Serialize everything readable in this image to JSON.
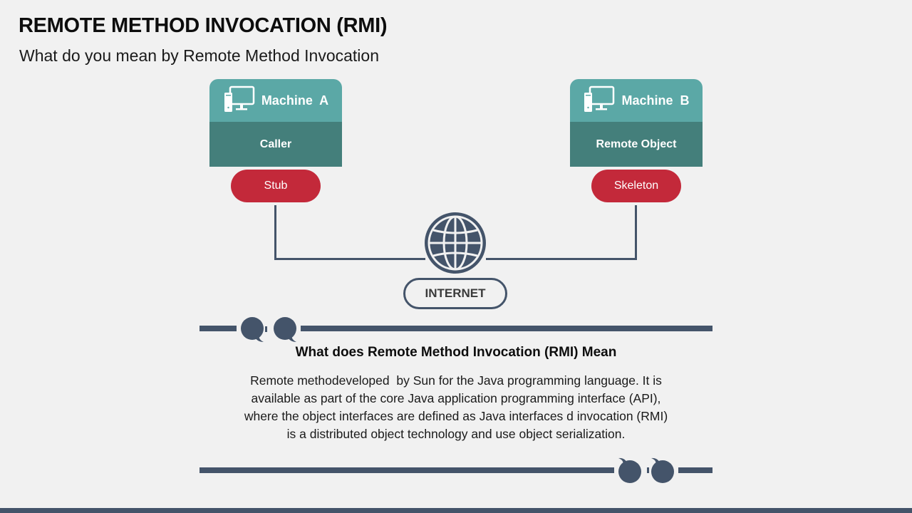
{
  "slide": {
    "title": "REMOTE METHOD INVOCATION (RMI)",
    "subtitle": "What do you mean by Remote Method Invocation"
  },
  "diagram": {
    "machine_a": {
      "icon": "computer-icon",
      "label": "Machine  A",
      "role": "Caller",
      "component": "Stub"
    },
    "machine_b": {
      "icon": "computer-icon",
      "label": "Machine  B",
      "role": "Remote Object",
      "component": "Skeleton"
    },
    "network": {
      "icon": "globe-icon",
      "label": "INTERNET"
    }
  },
  "quote": {
    "heading": "What does Remote Method Invocation (RMI) Mean",
    "lines": [
      "Remote methodeveloped  by Sun for the Java programming language. It is",
      "available as part of the core Java application programming interface (API),",
      "where the object interfaces are defined as Java interfaces d invocation (RMI)",
      "is a distributed object technology and use object serialization."
    ]
  },
  "colors": {
    "background": "#f1f1f1",
    "teal_light": "#5ba8a6",
    "teal_dark": "#447f7b",
    "red": "#c3293a",
    "slate": "#44546a"
  }
}
